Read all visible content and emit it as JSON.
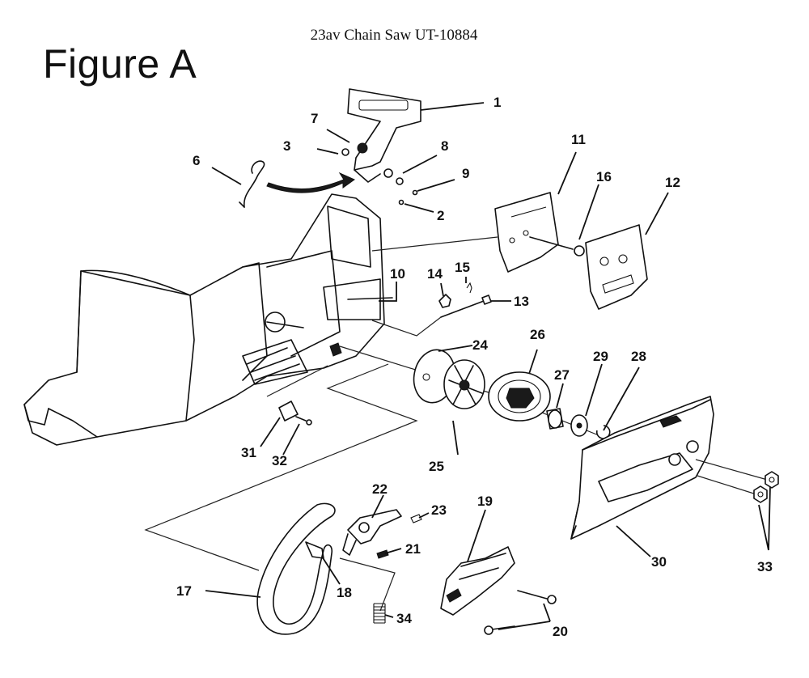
{
  "document_title": "23av Chain Saw UT-10884",
  "figure_label": "Figure A",
  "callouts": [
    "1",
    "2",
    "3",
    "6",
    "7",
    "8",
    "9",
    "10",
    "11",
    "12",
    "13",
    "14",
    "15",
    "16",
    "17",
    "18",
    "19",
    "20",
    "21",
    "22",
    "23",
    "24",
    "25",
    "26",
    "27",
    "28",
    "29",
    "30",
    "31",
    "32",
    "33",
    "34"
  ]
}
